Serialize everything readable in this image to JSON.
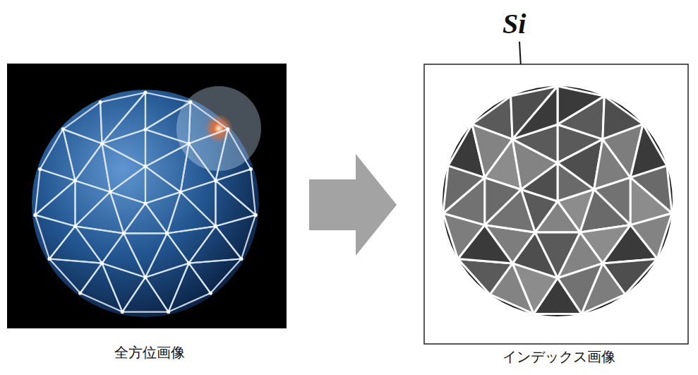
{
  "diagram": {
    "nodes": [
      {
        "text": [
          "全方位画像"
        ]
      },
      {
        "text": [
          "インデックス画像"
        ]
      }
    ],
    "edges": [
      {
        "from": 0,
        "to": 1,
        "arrow": "to"
      }
    ],
    "labels": [
      "Si"
    ]
  }
}
